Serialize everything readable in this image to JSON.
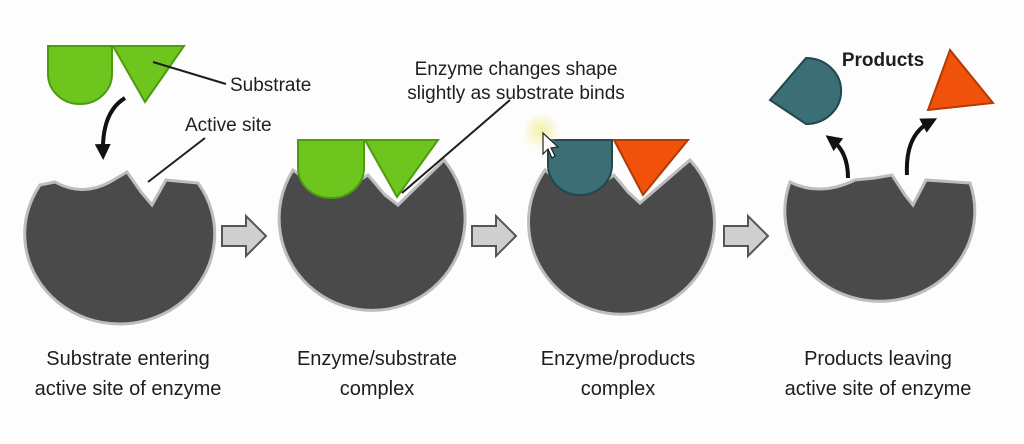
{
  "annotations": {
    "substrate": "Substrate",
    "active_site": "Active site",
    "shape_change_line1": "Enzyme changes shape",
    "shape_change_line2": "slightly as substrate binds",
    "products": "Products"
  },
  "steps": [
    {
      "caption_line1": "Substrate entering",
      "caption_line2": "active site of enzyme"
    },
    {
      "caption_line1": "Enzyme/substrate",
      "caption_line2": "complex"
    },
    {
      "caption_line1": "Enzyme/products",
      "caption_line2": "complex"
    },
    {
      "caption_line1": "Products leaving",
      "caption_line2": "active site of enzyme"
    }
  ],
  "colors": {
    "enzyme": "#4a4a4a",
    "substrate": "#6dc51d",
    "product_round": "#3b6f75",
    "product_triangle": "#f1520b"
  },
  "icons": [
    "cursor-icon"
  ]
}
